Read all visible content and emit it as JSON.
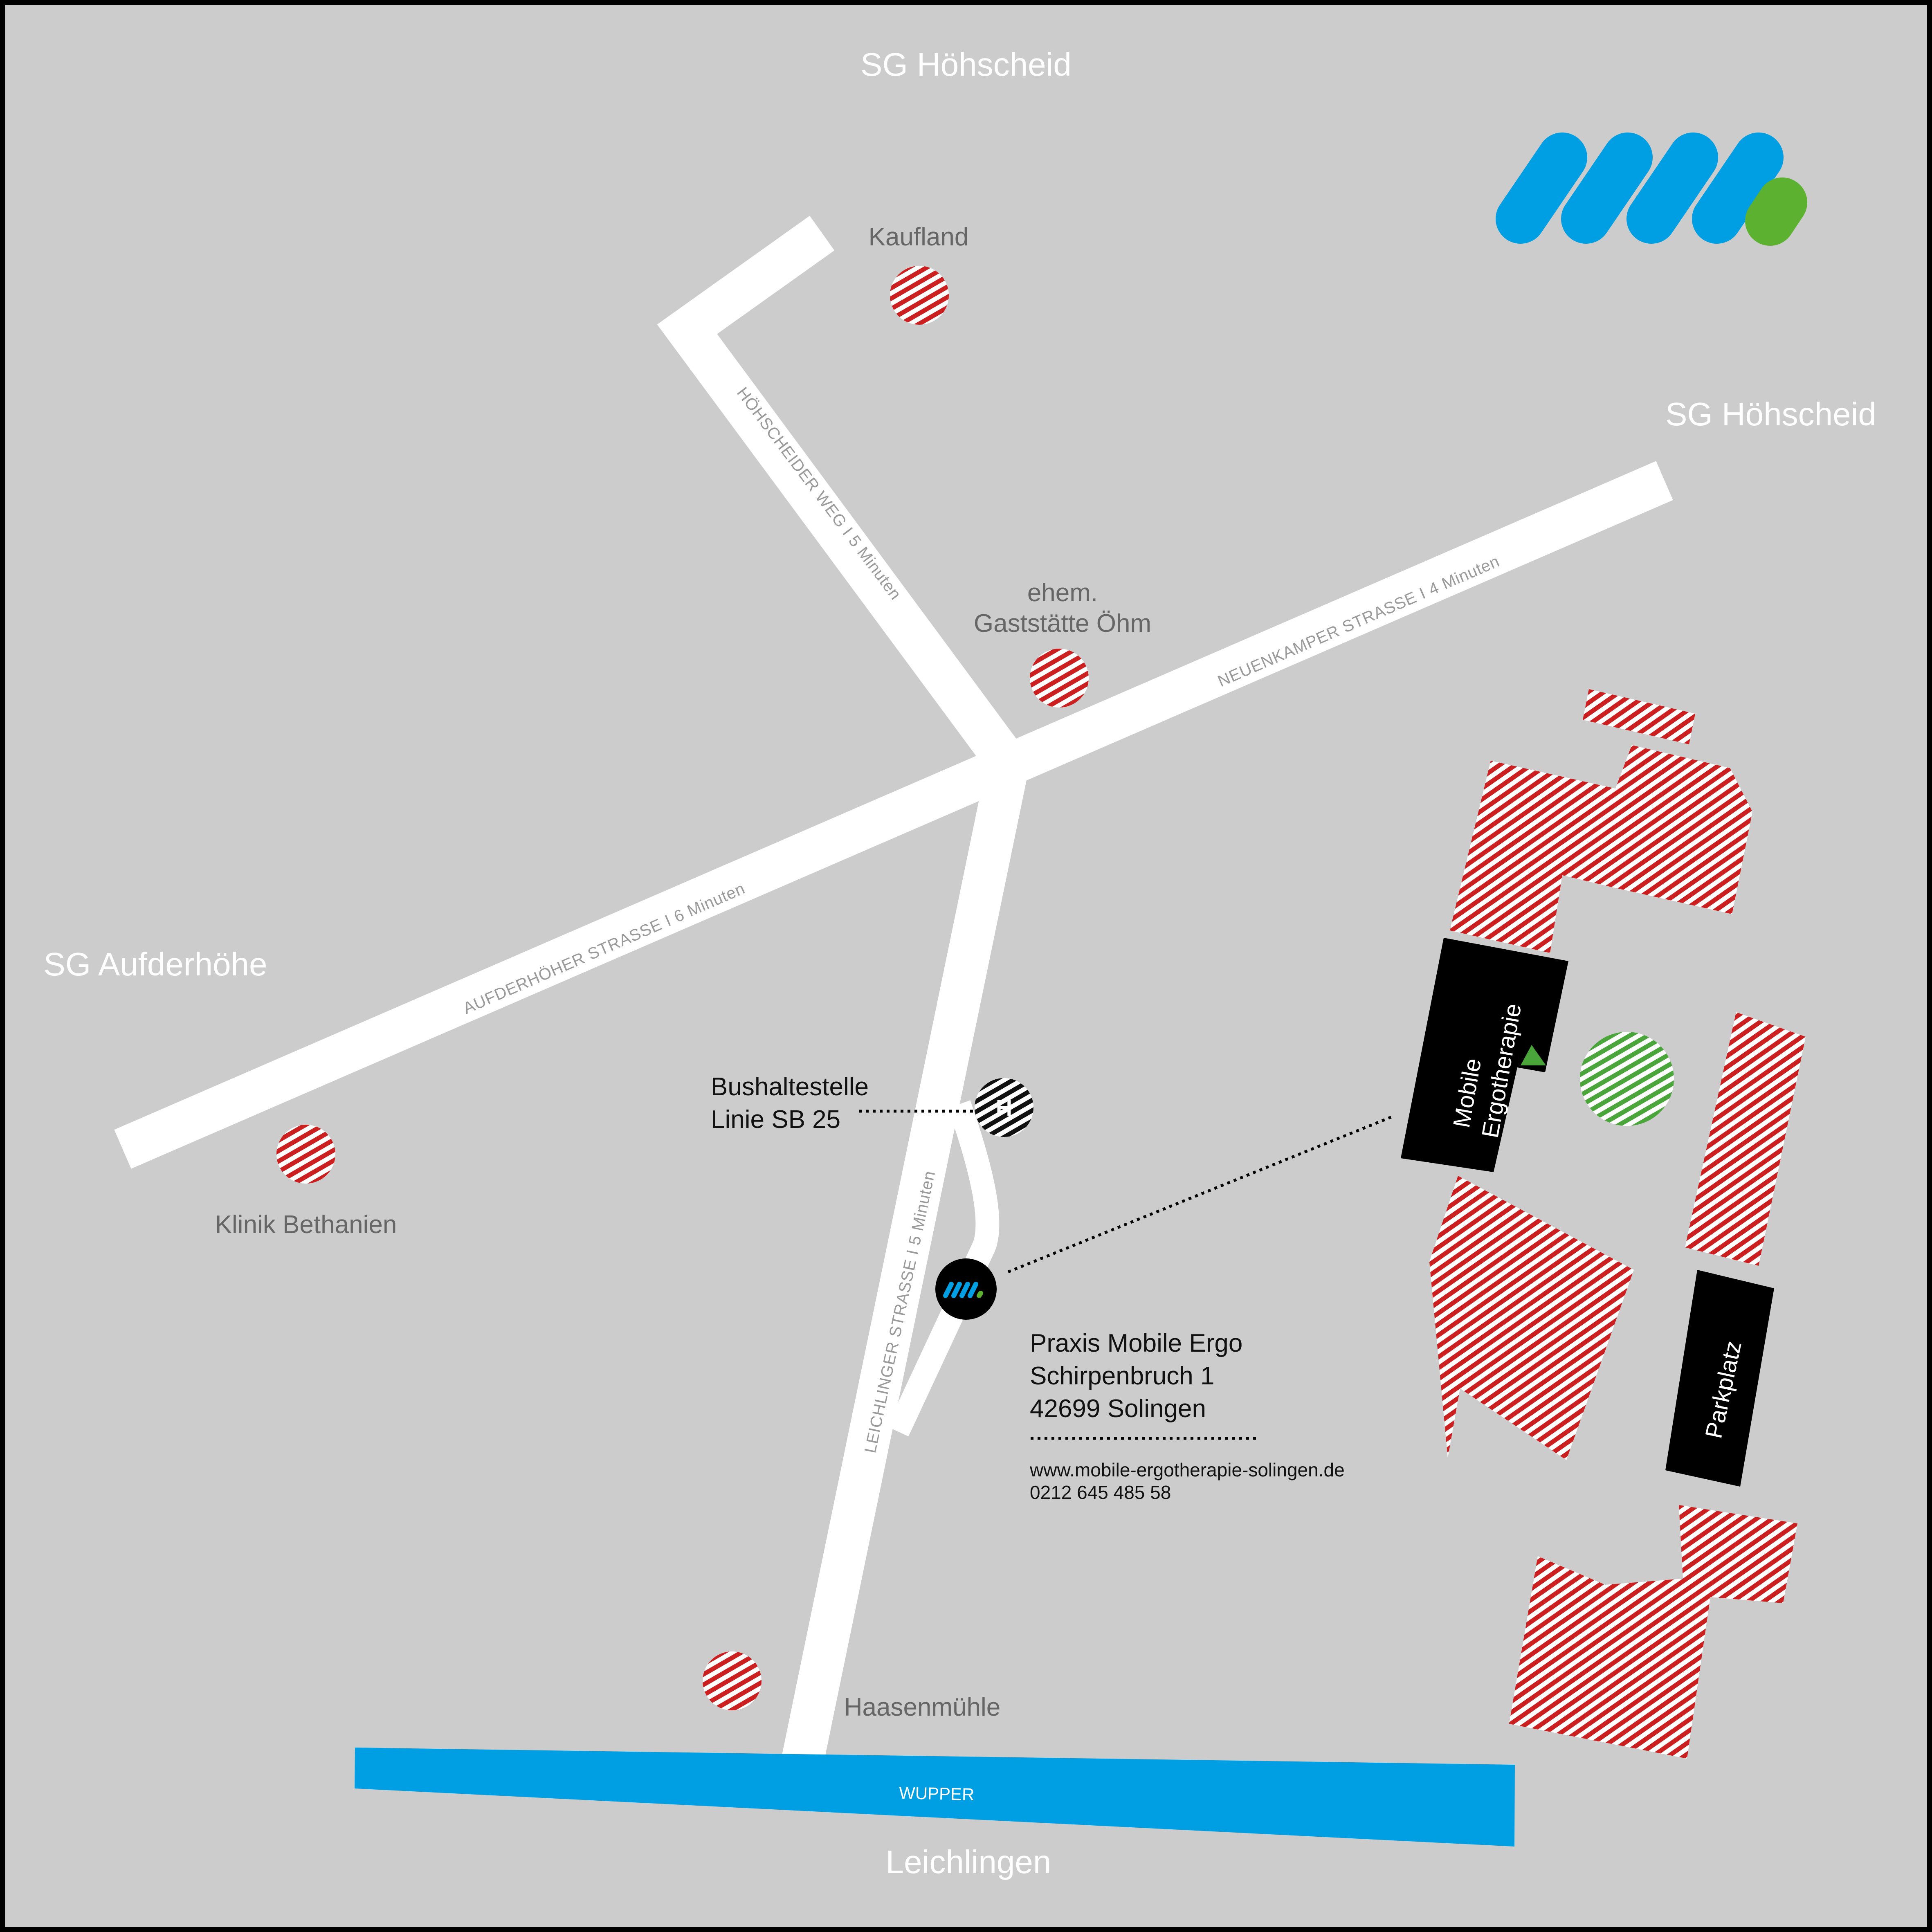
{
  "colors": {
    "background": "#cccccc",
    "road": "#ffffff",
    "river": "#009ee2",
    "building_hatch": "#cc1f1f",
    "poi_hatch": "#cc1f1f",
    "green_area": "#4aa63a",
    "black_block": "#000000",
    "logo_blue": "#009ee2",
    "logo_green": "#5cb230"
  },
  "regions": {
    "north": "SG Höhscheid",
    "northeast": "SG Höhscheid",
    "west": "SG Aufderhöhe",
    "south": "Leichlingen"
  },
  "streets": {
    "hoehscheider": "HÖHSCHEIDER WEG I 5 Minuten",
    "neuenkamper": "NEUENKAMPER STRASSE I 4 Minuten",
    "aufderhoeher": "AUFDERHÖHER STRASSE I 6 Minuten",
    "leichlinger": "LEICHLINGER STRASSE I 5 Minuten"
  },
  "river": "WUPPER",
  "pois": {
    "kaufland": "Kaufland",
    "oehm_line1": "ehem.",
    "oehm_line2": "Gaststätte Öhm",
    "bethanien": "Klinik Bethanien",
    "haasenmuehle": "Haasenmühle"
  },
  "bus_stop": {
    "line1": "Bushaltestelle",
    "line2": "Linie SB 25",
    "symbol": "H"
  },
  "practice": {
    "name": "Praxis Mobile Ergo",
    "street": "Schirpenbruch 1",
    "city": "42699 Solingen",
    "website": "www.mobile-ergotherapie-solingen.de",
    "phone": "0212 645 485 58"
  },
  "detail": {
    "building_line1": "Mobile",
    "building_line2": "Ergotherapie",
    "parking": "Parkplatz"
  },
  "icons": {
    "logo": "mobile-ergotherapie-logo",
    "location_marker": "practice-location-marker-icon",
    "bus_stop": "bus-stop-icon",
    "entrance": "entrance-triangle-icon"
  }
}
